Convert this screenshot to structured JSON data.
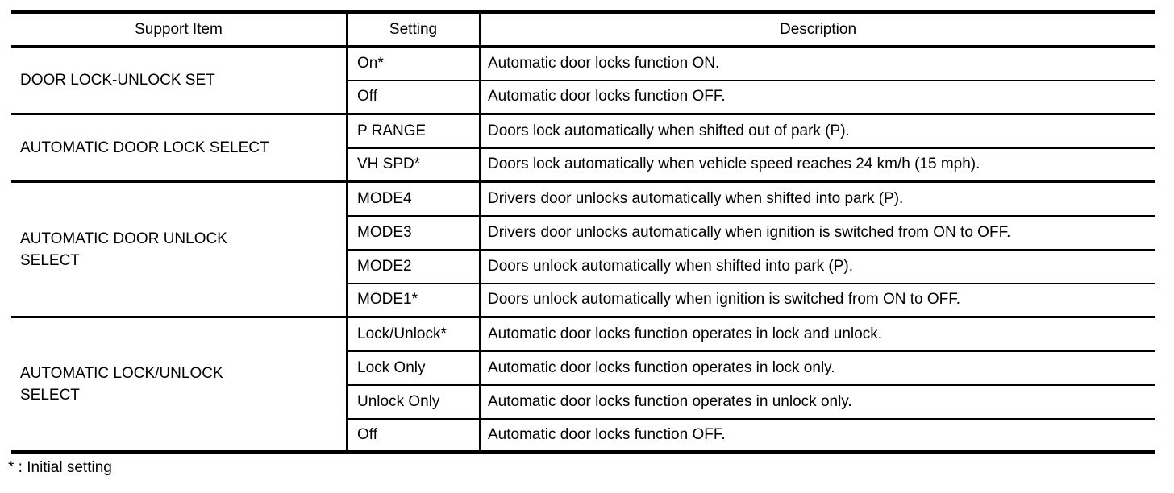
{
  "colors": {
    "background": "#ffffff",
    "text": "#000000",
    "border": "#000000"
  },
  "table": {
    "headers": {
      "support_item": "Support Item",
      "setting": "Setting",
      "description": "Description"
    },
    "groups": [
      {
        "support_item": "DOOR LOCK-UNLOCK SET",
        "rows": [
          {
            "setting": "On*",
            "description": "Automatic door locks function ON."
          },
          {
            "setting": "Off",
            "description": "Automatic door locks function OFF."
          }
        ]
      },
      {
        "support_item": "AUTOMATIC DOOR LOCK SELECT",
        "rows": [
          {
            "setting": "P RANGE",
            "description": "Doors lock automatically when shifted out of park (P)."
          },
          {
            "setting": "VH SPD*",
            "description": "Doors lock automatically when vehicle speed reaches 24 km/h (15 mph)."
          }
        ]
      },
      {
        "support_item": "AUTOMATIC DOOR UNLOCK\nSELECT",
        "rows": [
          {
            "setting": "MODE4",
            "description": "Drivers door unlocks automatically when shifted into park (P)."
          },
          {
            "setting": "MODE3",
            "description": "Drivers door unlocks automatically when ignition is switched from ON to OFF."
          },
          {
            "setting": "MODE2",
            "description": "Doors unlock automatically when shifted into park (P)."
          },
          {
            "setting": "MODE1*",
            "description": "Doors unlock automatically when ignition is switched from ON to OFF."
          }
        ]
      },
      {
        "support_item": "AUTOMATIC LOCK/UNLOCK\nSELECT",
        "rows": [
          {
            "setting": "Lock/Unlock*",
            "description": "Automatic door locks function operates in lock and unlock."
          },
          {
            "setting": "Lock Only",
            "description": "Automatic door locks function operates in lock only."
          },
          {
            "setting": "Unlock Only",
            "description": "Automatic door locks function operates in unlock only."
          },
          {
            "setting": "Off",
            "description": "Automatic door locks function OFF."
          }
        ]
      }
    ]
  },
  "footnote": "* : Initial setting"
}
